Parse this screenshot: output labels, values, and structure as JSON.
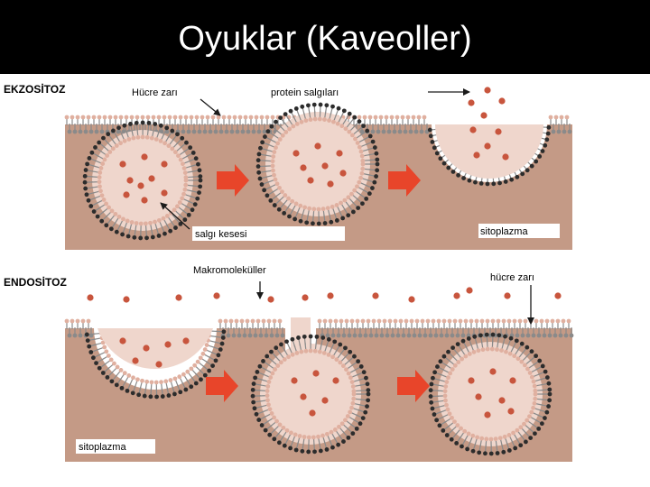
{
  "slide": {
    "title": "Oyuklar (Kaveoller)"
  },
  "exocytosis": {
    "heading": "EKZOSİTOZ",
    "label_cell_membrane": "Hücre zarı",
    "label_secreted_protein": "protein salgıları",
    "label_secretory_vesicle": "salgı kesesi",
    "label_cytoplasm": "sitoplazma"
  },
  "endocytosis": {
    "heading": "ENDOSİTOZ",
    "label_macromolecules": "Makromoleküller",
    "label_cell_membrane": "hücre zarı",
    "label_cytoplasm": "sitoplazma"
  },
  "colors": {
    "background": "#ffffff",
    "title_bar": "#000000",
    "cytoplasm": "#c49a86",
    "lipid_head": "#e0b0a0",
    "lipid_tail": "#8a8a8a",
    "vesicle_lipid_head": "#2c2c2c",
    "molecule": "#c8553d",
    "process_arrow": "#e8452a"
  }
}
